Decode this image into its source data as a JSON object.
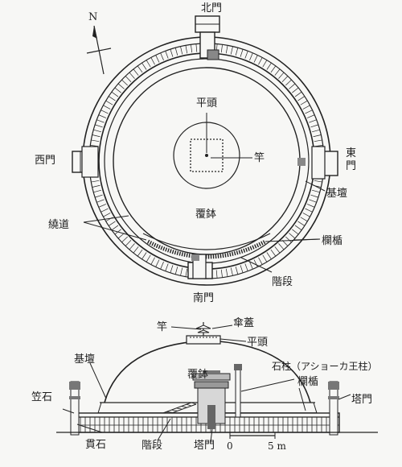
{
  "plan": {
    "compass": "N",
    "north_gate": "北門",
    "south_gate": "南門",
    "west_gate": "西門",
    "east_gate_1": "東",
    "east_gate_2": "門",
    "harmika": "平頭",
    "pole": "竿",
    "dome": "覆鉢",
    "terrace": "基壇",
    "path": "繞道",
    "railing": "欄楯",
    "stairs": "階段"
  },
  "elevation": {
    "pole": "竿",
    "umbrella": "傘蓋",
    "harmika": "平頭",
    "terrace": "基壇",
    "dome": "覆鉢",
    "pillar": "石柱（アショーカ王柱）",
    "railing": "欄楯",
    "coping": "笠石",
    "gateway": "塔門",
    "crossbar": "貫石",
    "stairs": "階段",
    "gateway_bottom": "塔門",
    "scale_zero": "0",
    "scale_five": "5 m"
  }
}
